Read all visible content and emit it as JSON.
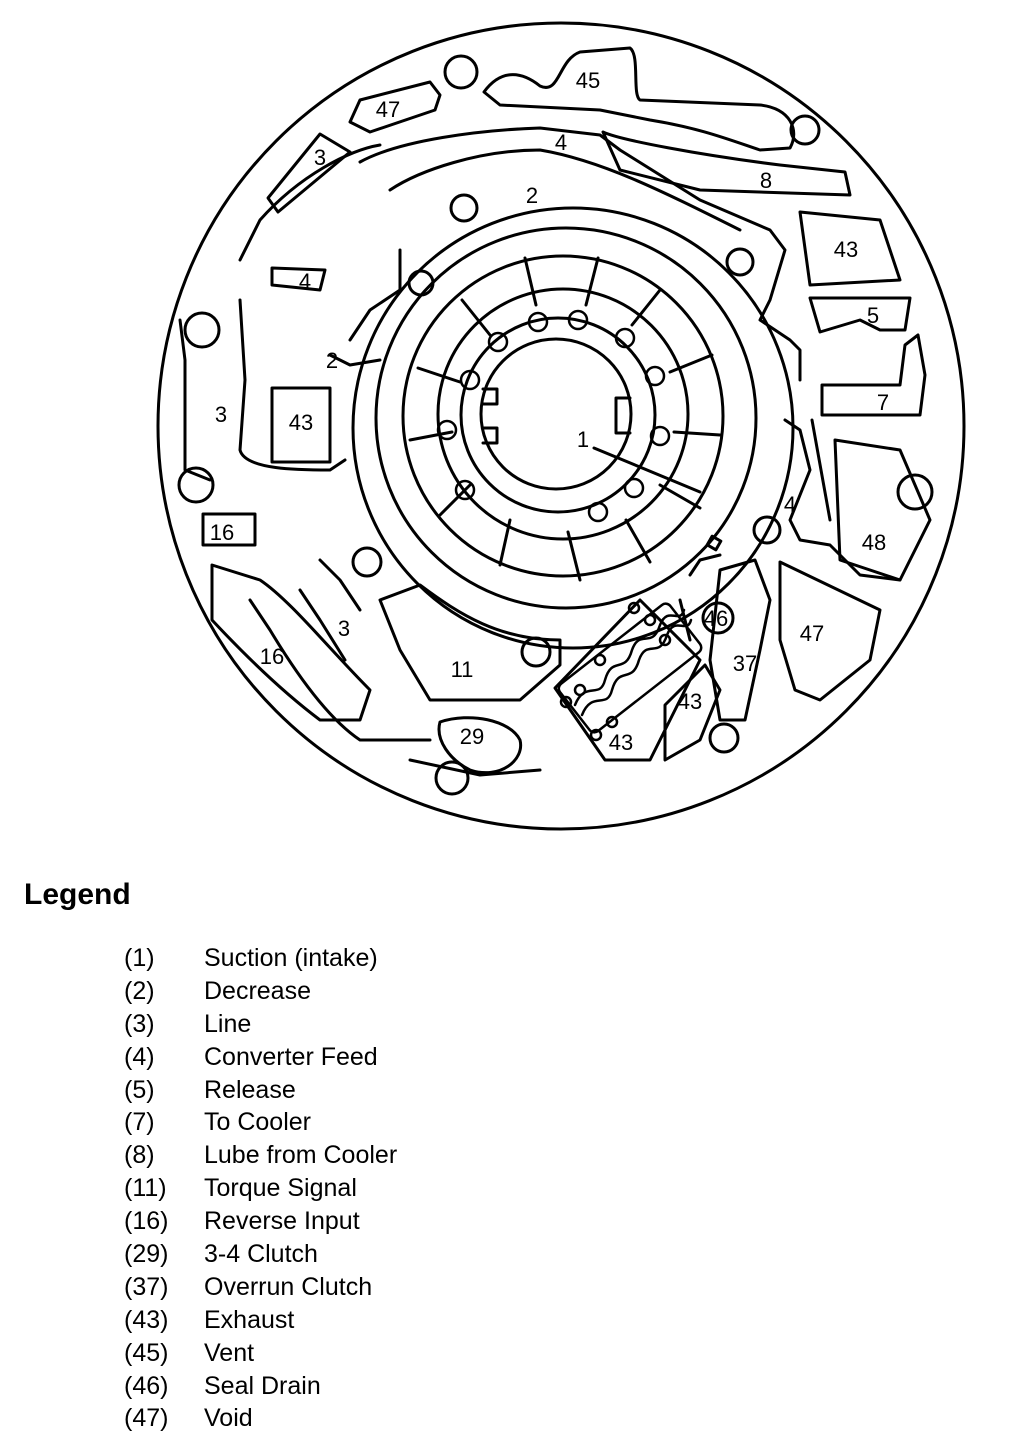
{
  "diagram": {
    "labels": {
      "l45": "45",
      "l47a": "47",
      "l4a": "4",
      "l3a": "3",
      "l2a": "2",
      "l8": "8",
      "l43a": "43",
      "l4b": "4",
      "l5": "5",
      "l2b": "2",
      "l3b": "3",
      "l43b": "43",
      "l7": "7",
      "l1": "1",
      "l4c": "4",
      "l16a": "16",
      "l48": "48",
      "l3c": "3",
      "l16b": "16",
      "l46": "46",
      "l47b": "47",
      "l37": "37",
      "l11": "11",
      "l43c": "43",
      "l29": "29",
      "l43d": "43"
    }
  },
  "legend": {
    "title": "Legend",
    "items": [
      {
        "num": "(1)",
        "desc": "Suction (intake)"
      },
      {
        "num": "(2)",
        "desc": "Decrease"
      },
      {
        "num": "(3)",
        "desc": "Line"
      },
      {
        "num": "(4)",
        "desc": "Converter Feed"
      },
      {
        "num": "(5)",
        "desc": "Release"
      },
      {
        "num": "(7)",
        "desc": "To Cooler"
      },
      {
        "num": "(8)",
        "desc": "Lube from Cooler"
      },
      {
        "num": "(11)",
        "desc": "Torque Signal"
      },
      {
        "num": "(16)",
        "desc": "Reverse Input"
      },
      {
        "num": "(29)",
        "desc": "3-4 Clutch"
      },
      {
        "num": "(37)",
        "desc": "Overrun Clutch"
      },
      {
        "num": "(43)",
        "desc": "Exhaust"
      },
      {
        "num": "(45)",
        "desc": "Vent"
      },
      {
        "num": "(46)",
        "desc": "Seal Drain"
      },
      {
        "num": "(47)",
        "desc": "Void"
      }
    ]
  }
}
